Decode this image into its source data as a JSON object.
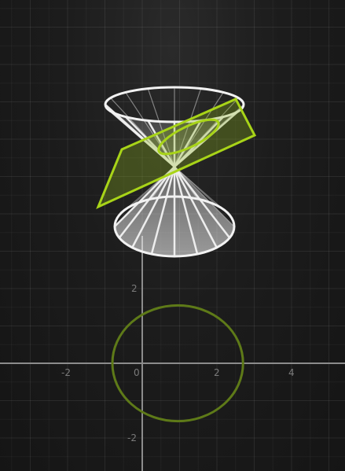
{
  "graph": {
    "x_ticks": [
      {
        "value": -2,
        "label": "-2"
      },
      {
        "value": 0,
        "label": "0"
      },
      {
        "value": 2,
        "label": "2"
      },
      {
        "value": 4,
        "label": "4"
      }
    ],
    "y_ticks": [
      {
        "value": 2,
        "label": "2"
      },
      {
        "value": -2,
        "label": "-2"
      }
    ],
    "conic_section": {
      "shape": "ellipse",
      "center": [
        0.95,
        0.0
      ],
      "radius_x": 1.75,
      "radius_y": 1.55,
      "color": "#5e7a18"
    }
  },
  "cone": {
    "color": "#f2f2f2"
  },
  "cutting_plane": {
    "color": "#a8d418"
  }
}
